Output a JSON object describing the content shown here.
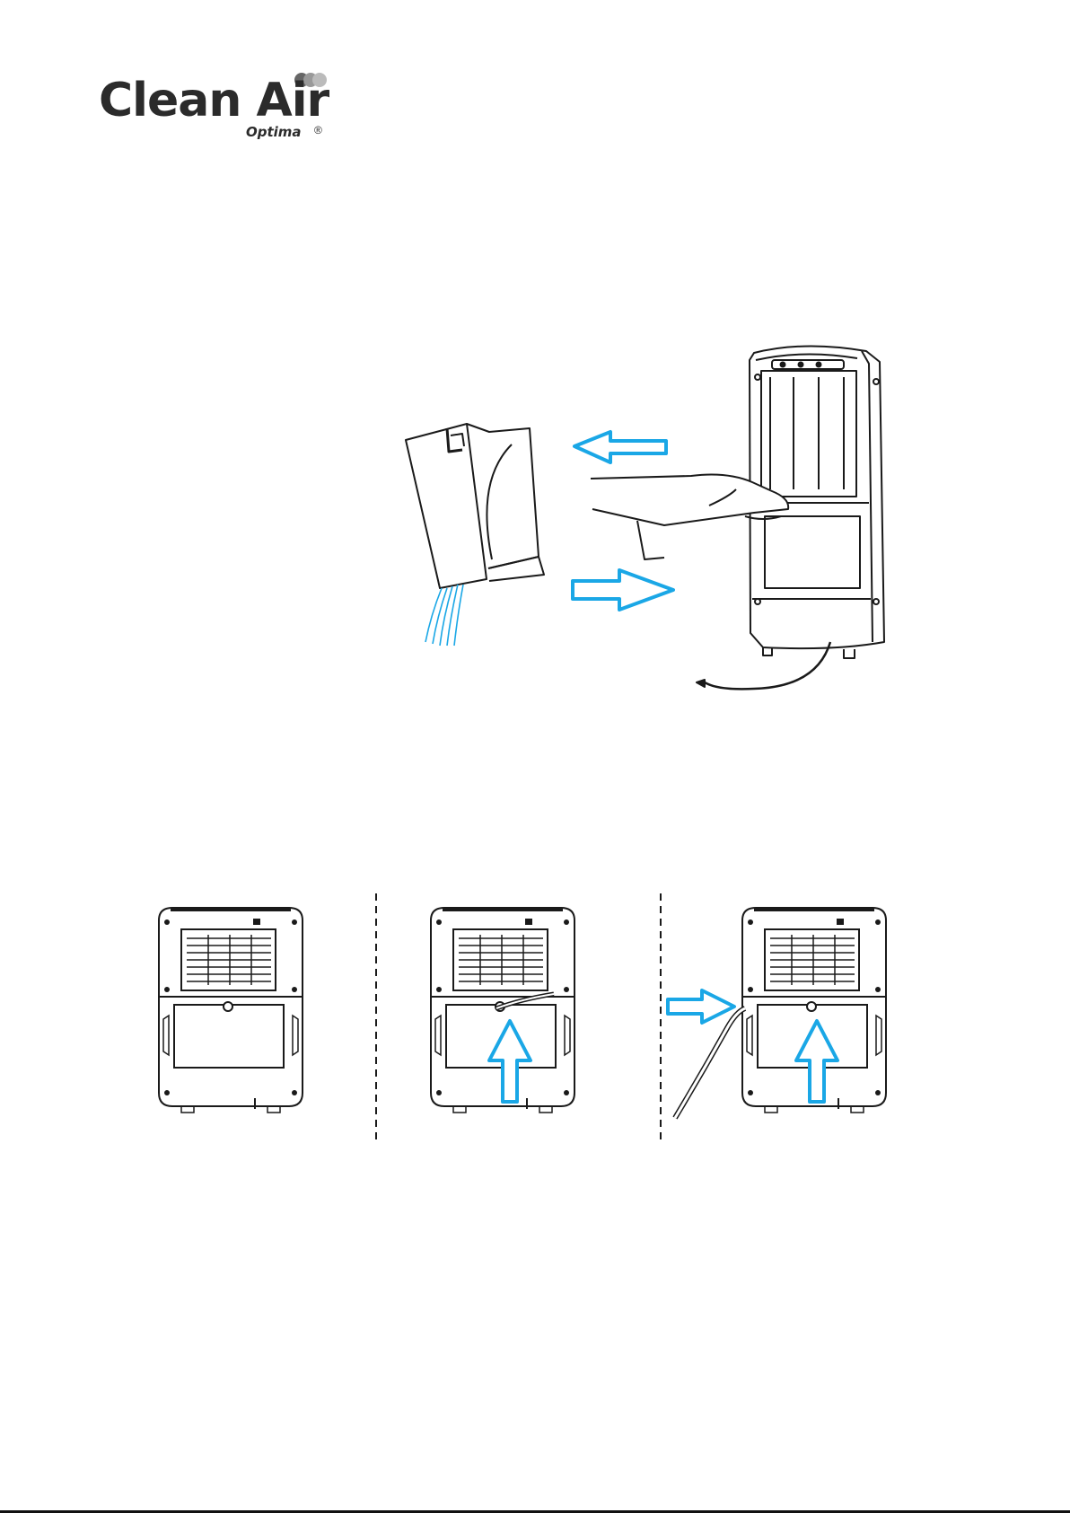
{
  "brand": {
    "name": "Clean Air",
    "sub": "Optima",
    "registered": "®",
    "colors": {
      "text": "#2b2b2b",
      "dot_dark": "#666666",
      "dot_light": "#bbbbbb"
    }
  },
  "illustrations": {
    "top": {
      "arrow_color": "#1aa7e6",
      "line_color": "#1a1a1a"
    },
    "bottom": {
      "panel_count": 3,
      "arrow_color": "#1aa7e6",
      "divider_style": "dashed"
    }
  }
}
